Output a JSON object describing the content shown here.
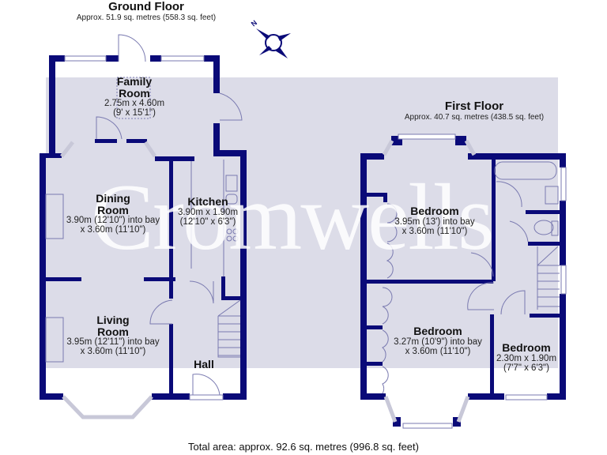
{
  "colors": {
    "wall": "#0a0a78",
    "band": "#dcdce8",
    "fixture_line": "#7a7ab0"
  },
  "ground_floor": {
    "title": "Ground Floor",
    "area": "Approx. 51.9 sq. metres (558.3 sq. feet)",
    "rooms": [
      {
        "name": "Family\nRoom",
        "line1": "Family",
        "line2": "Room",
        "dim1": "2.75m x 4.60m",
        "dim2": "(9' x 15'1\")"
      },
      {
        "line1": "Dining",
        "line2": "Room",
        "dim1": "3.90m (12'10\") into bay",
        "dim2": "x 3.60m (11'10\")"
      },
      {
        "line1": "Kitchen",
        "line2": "",
        "dim1": "3.90m x 1.90m",
        "dim2": "(12'10\" x 6'3\")"
      },
      {
        "line1": "Living",
        "line2": "Room",
        "dim1": "3.95m (12'11\") into bay",
        "dim2": "x 3.60m (11'10\")"
      },
      {
        "line1": "Hall",
        "line2": "",
        "dim1": "",
        "dim2": ""
      }
    ]
  },
  "first_floor": {
    "title": "First Floor",
    "area": "Approx. 40.7 sq. metres (438.5 sq. feet)",
    "rooms": [
      {
        "line1": "Bedroom",
        "dim1": "3.95m (13') into bay",
        "dim2": "x 3.60m (11'10\")"
      },
      {
        "line1": "Bedroom",
        "dim1": "3.27m (10'9\") into bay",
        "dim2": "x 3.60m (11'10\")"
      },
      {
        "line1": "Bedroom",
        "dim1": "2.30m x 1.90m",
        "dim2": "(7'7\" x 6'3\")"
      }
    ]
  },
  "compass": {
    "icon": "compass-north-icon",
    "label": "N"
  },
  "watermark": "Cromwells",
  "total_area": "Total area: approx. 92.6 sq. metres (996.8 sq. feet)"
}
